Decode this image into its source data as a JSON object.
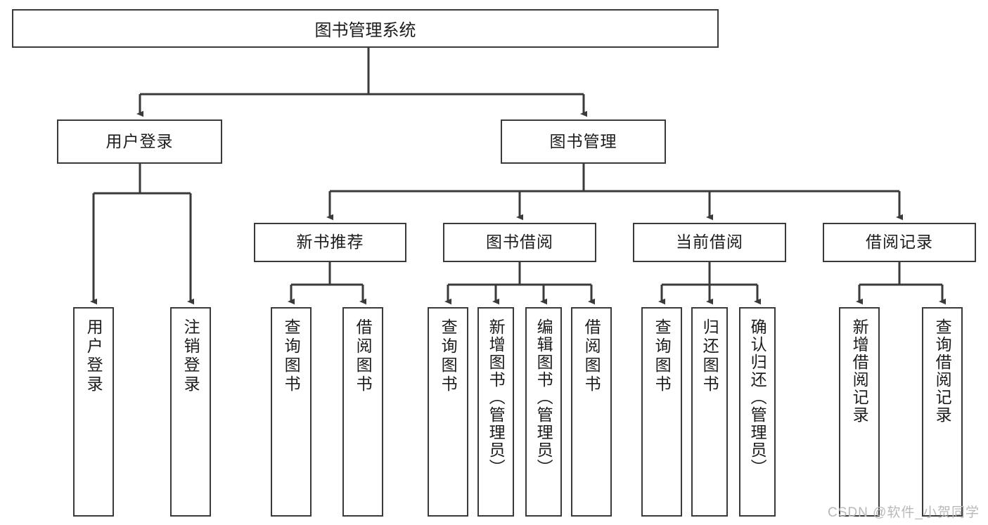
{
  "diagram": {
    "type": "tree",
    "title": "图书管理系统",
    "colors": {
      "box_border": "#3a3a3a",
      "box_fill": "#ffffff",
      "edge": "#3a3a3a",
      "text": "#1c1c1c",
      "watermark": "#b9b9b9"
    },
    "root": {
      "label": "图书管理系统"
    },
    "level2": [
      {
        "label": "用户登录"
      },
      {
        "label": "图书管理"
      }
    ],
    "level3": [
      {
        "label": "新书推荐"
      },
      {
        "label": "图书借阅"
      },
      {
        "label": "当前借阅"
      },
      {
        "label": "借阅记录"
      }
    ],
    "leaves": {
      "user_login": [
        {
          "label": "用户登录"
        },
        {
          "label": "注销登录"
        }
      ],
      "new_book": [
        {
          "label": "查询图书"
        },
        {
          "label": "借阅图书"
        }
      ],
      "book_borrow": [
        {
          "label": "查询图书"
        },
        {
          "label": "新增图书（管理员）"
        },
        {
          "label": "编辑图书（管理员）"
        },
        {
          "label": "借阅图书"
        }
      ],
      "current_borrow": [
        {
          "label": "查询图书"
        },
        {
          "label": "归还图书"
        },
        {
          "label": "确认归还（管理员）"
        }
      ],
      "borrow_record": [
        {
          "label": "新增借阅记录"
        },
        {
          "label": "查询借阅记录"
        }
      ]
    }
  },
  "watermark": {
    "text": "CSDN @软件_小贺同学"
  }
}
